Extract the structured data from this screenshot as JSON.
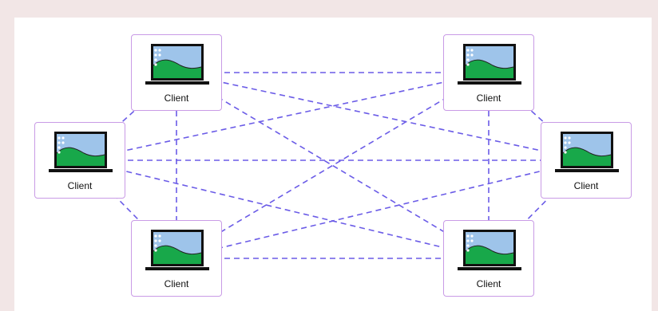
{
  "colors": {
    "background": "#f2e6e6",
    "canvas": "#ffffff",
    "node_border": "#c99be6",
    "link": "#6b5ce7",
    "laptop_body": "#111111",
    "screen_sky": "#9ec4ea",
    "screen_hill": "#18a84a"
  },
  "nodes": [
    {
      "id": "top-left",
      "label": "Client"
    },
    {
      "id": "top-right",
      "label": "Client"
    },
    {
      "id": "mid-left",
      "label": "Client"
    },
    {
      "id": "mid-right",
      "label": "Client"
    },
    {
      "id": "bottom-left",
      "label": "Client"
    },
    {
      "id": "bottom-right",
      "label": "Client"
    }
  ],
  "links": [
    [
      "top-left",
      "top-right"
    ],
    [
      "top-left",
      "mid-left"
    ],
    [
      "top-left",
      "mid-right"
    ],
    [
      "top-left",
      "bottom-left"
    ],
    [
      "top-left",
      "bottom-right"
    ],
    [
      "top-right",
      "mid-left"
    ],
    [
      "top-right",
      "mid-right"
    ],
    [
      "top-right",
      "bottom-left"
    ],
    [
      "top-right",
      "bottom-right"
    ],
    [
      "mid-left",
      "mid-right"
    ],
    [
      "mid-left",
      "bottom-left"
    ],
    [
      "mid-left",
      "bottom-right"
    ],
    [
      "mid-right",
      "bottom-left"
    ],
    [
      "mid-right",
      "bottom-right"
    ],
    [
      "bottom-left",
      "bottom-right"
    ]
  ],
  "icons": {
    "node_icon": "laptop-icon"
  }
}
